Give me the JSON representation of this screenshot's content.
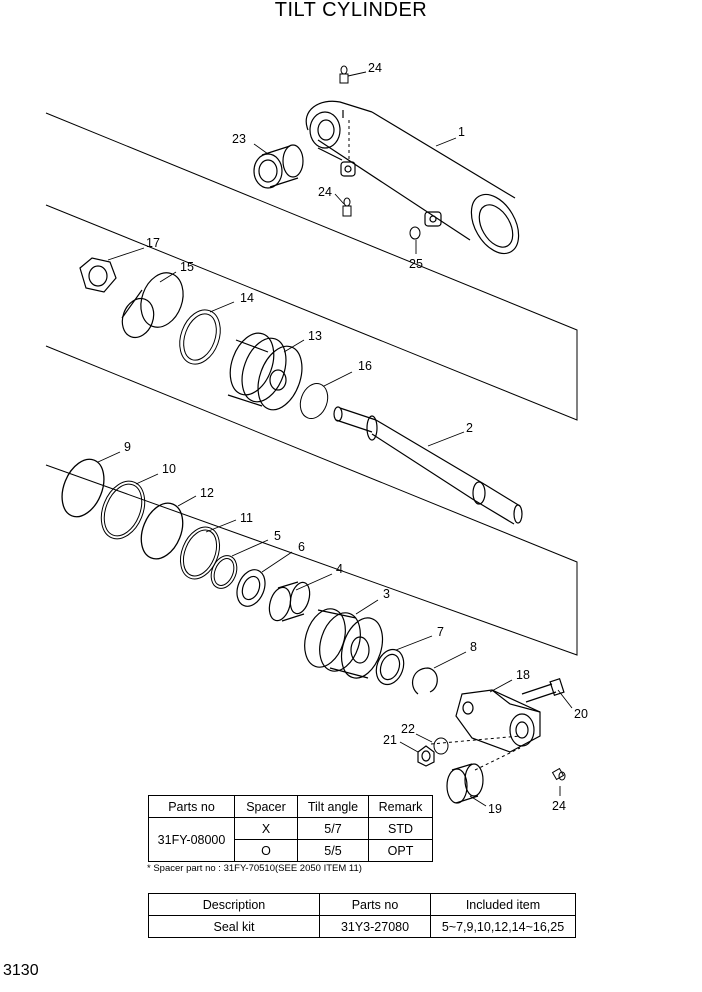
{
  "title": "TILT CYLINDER",
  "page_number": "3130",
  "callouts": [
    "24",
    "1",
    "23",
    "24",
    "25",
    "17",
    "15",
    "14",
    "13",
    "16",
    "2",
    "9",
    "10",
    "12",
    "11",
    "5",
    "6",
    "4",
    "3",
    "7",
    "8",
    "18",
    "20",
    "22",
    "21",
    "19",
    "24"
  ],
  "spacer_table": {
    "headers": [
      "Parts no",
      "Spacer",
      "Tilt angle",
      "Remark"
    ],
    "part_no": "31FY-08000",
    "rows": [
      {
        "spacer": "X",
        "tilt_angle": "5/7",
        "remark": "STD"
      },
      {
        "spacer": "O",
        "tilt_angle": "5/5",
        "remark": "OPT"
      }
    ],
    "note": "* Spacer part no : 31FY-70510(SEE 2050 ITEM 11)"
  },
  "seal_table": {
    "headers": [
      "Description",
      "Parts no",
      "Included item"
    ],
    "row": {
      "description": "Seal kit",
      "parts_no": "31Y3-27080",
      "included": "5~7,9,10,12,14~16,25"
    }
  }
}
